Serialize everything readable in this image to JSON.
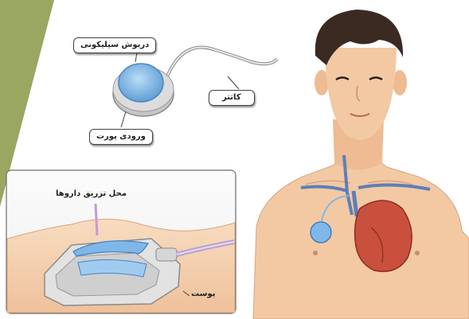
{
  "labels": {
    "silicone_septum": "دریوش سیلیکونی",
    "catheter": "کاتتر",
    "port_inlet": "ورودی پورت",
    "injection_site": "محل تزریق داروها",
    "skin": "پوست"
  },
  "colors": {
    "accent_green": "#9aa760",
    "skin": "#f3c9a4",
    "hair": "#3a2a22",
    "port_blue": "#7fb8e8",
    "vein_blue": "#5d7fb8",
    "heart_red": "#c9503c"
  }
}
